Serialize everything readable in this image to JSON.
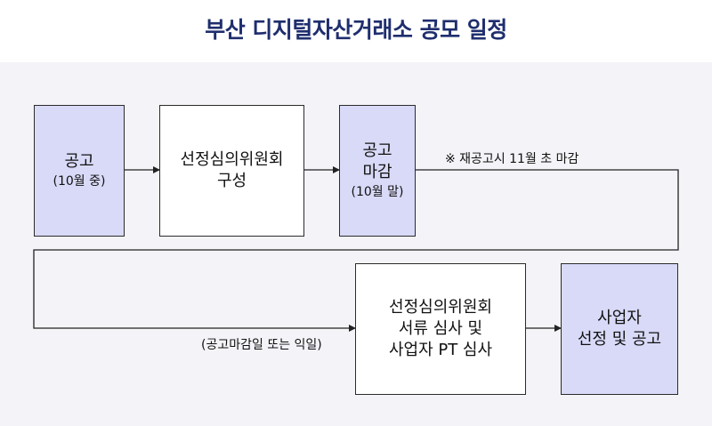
{
  "title": "부산 디지털자산거래소 공모 일정",
  "boxes": {
    "announce": {
      "line1": "공고",
      "sub": "(10월 중)"
    },
    "committee": {
      "line1": "선정심의위원회",
      "line2": "구성"
    },
    "deadline": {
      "line1": "공고",
      "line2": "마감",
      "sub": "(10월 말)"
    },
    "review": {
      "line1": "선정심의위원회",
      "line2": "서류 심사 및",
      "line3": "사업자 PT 심사"
    },
    "select": {
      "line1": "사업자",
      "line2": "선정 및 공고"
    }
  },
  "notes": {
    "reannounce": "※ 재공고시 11월 초 마감",
    "next_day": "(공고마감일 또는  익일)"
  },
  "colors": {
    "title": "#1f2e6e",
    "box_fill": "#d9daf8",
    "panel": "#f4f4f8"
  }
}
